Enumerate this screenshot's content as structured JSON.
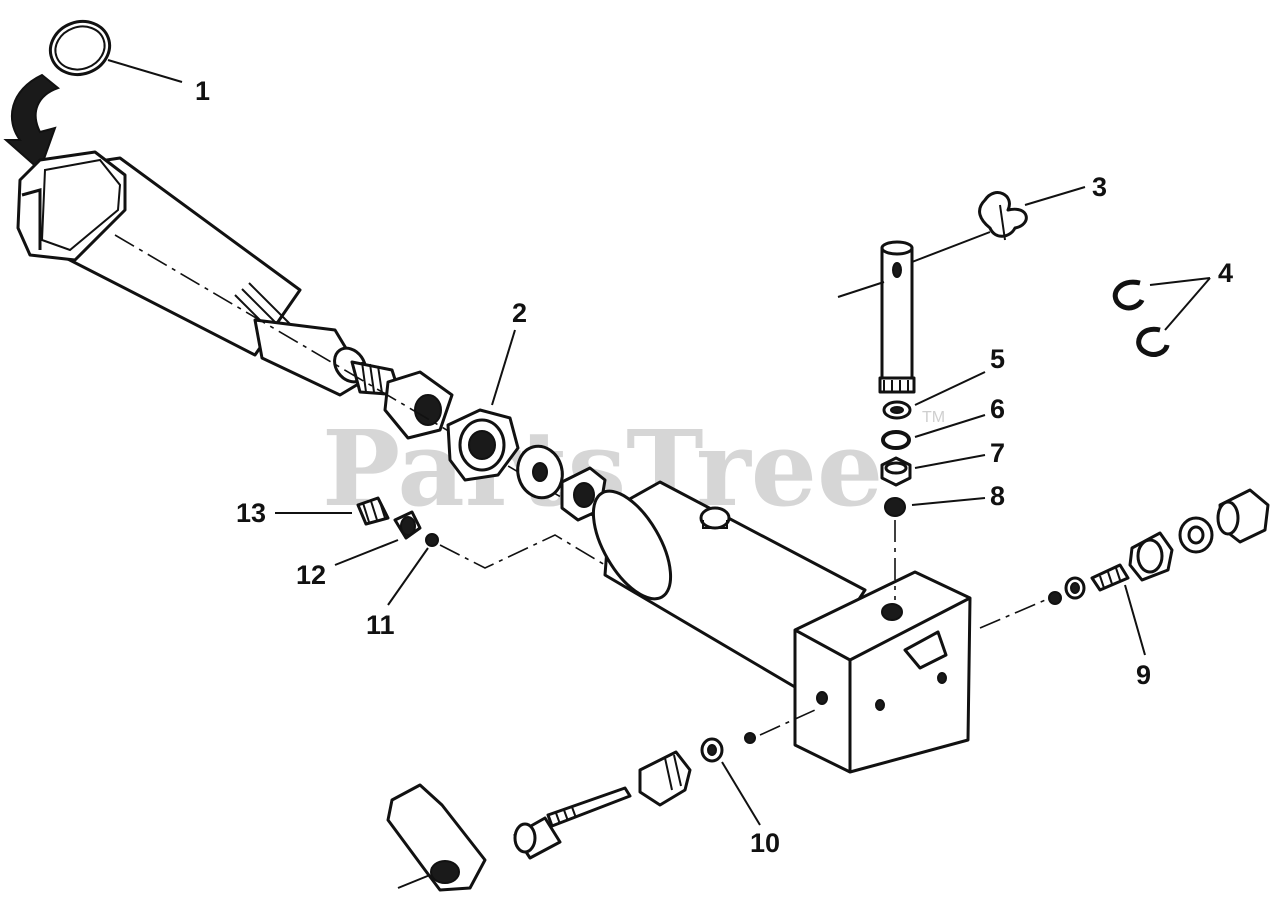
{
  "watermark": {
    "text": "PartsTree",
    "tm": "TM"
  },
  "callouts": [
    {
      "id": "1",
      "label": "1"
    },
    {
      "id": "2",
      "label": "2"
    },
    {
      "id": "3",
      "label": "3"
    },
    {
      "id": "4",
      "label": "4"
    },
    {
      "id": "5",
      "label": "5"
    },
    {
      "id": "6",
      "label": "6"
    },
    {
      "id": "7",
      "label": "7"
    },
    {
      "id": "8",
      "label": "8"
    },
    {
      "id": "9",
      "label": "9"
    },
    {
      "id": "10",
      "label": "10"
    },
    {
      "id": "11",
      "label": "11"
    },
    {
      "id": "12",
      "label": "12"
    },
    {
      "id": "13",
      "label": "13"
    }
  ],
  "colors": {
    "ink": "#111111",
    "paper": "#ffffff",
    "watermark": "#cfcfcf"
  }
}
